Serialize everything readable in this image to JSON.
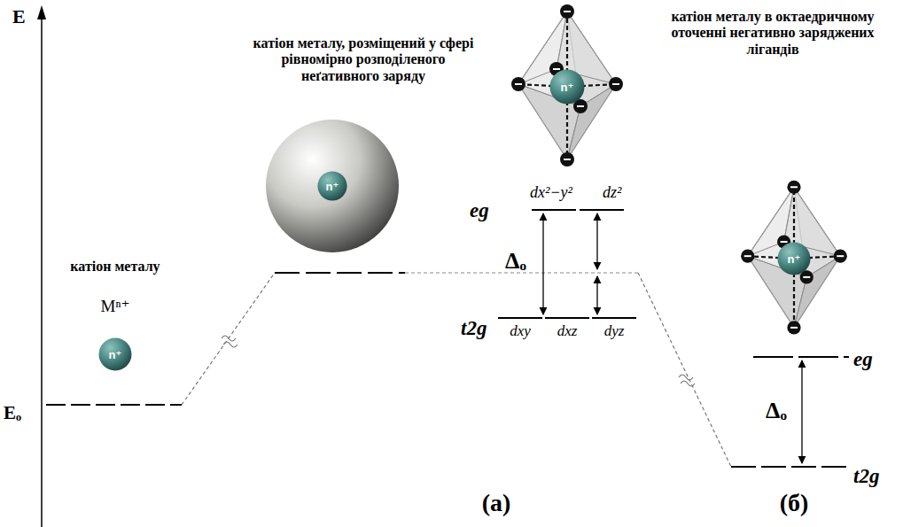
{
  "diagram": {
    "nodes": [
      {
        "text": [
          "n⁺"
        ]
      },
      {
        "text": [
          "n⁺"
        ]
      },
      {
        "text": [
          "n⁺"
        ]
      },
      {
        "text": [
          "n⁺"
        ]
      }
    ],
    "labels": [
      "E",
      "Eₒ",
      "катіон металу",
      "Mⁿ⁺",
      "катіон металу, розміщений у сфері рівномірно розподіленого неґативного заряду",
      "катіон металу в октаедричному оточенні негативно заряджених лігандів",
      "eg",
      "dx²−y²",
      "dz²",
      "Δₒ",
      "t2g",
      "dxy",
      "dxz",
      "dyz",
      "eg",
      "Δₒ",
      "t2g",
      "(а)",
      "(б)"
    ]
  }
}
